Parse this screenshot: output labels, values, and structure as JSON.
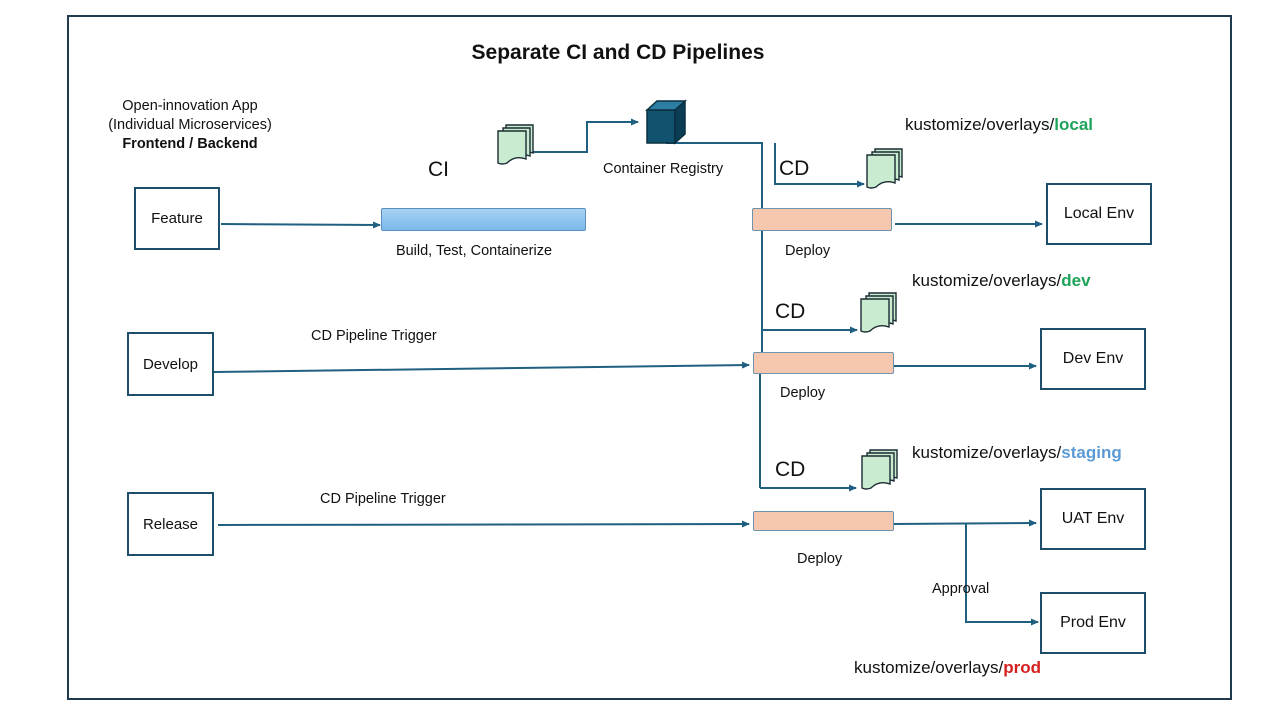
{
  "title": "Separate CI and CD Pipelines",
  "app_label": {
    "line1": "Open-innovation App",
    "line2": "(Individual Microservices)",
    "line3": "Frontend / Backend"
  },
  "branches": {
    "feature": "Feature",
    "develop": "Develop",
    "release": "Release"
  },
  "ci": {
    "label": "CI",
    "stage_label": "Build, Test, Containerize"
  },
  "registry_label": "Container Registry",
  "cd": {
    "local": {
      "label": "CD",
      "stage_label": "Deploy",
      "overlay_prefix": "kustomize/overlays/",
      "overlay_env": "local",
      "env_color": "#1ea35a"
    },
    "dev": {
      "label": "CD",
      "stage_label": "Deploy",
      "overlay_prefix": "kustomize/overlays/",
      "overlay_env": "dev",
      "env_color": "#1ea35a"
    },
    "staging": {
      "label": "CD",
      "stage_label": "Deploy",
      "overlay_prefix": "kustomize/overlays/",
      "overlay_env": "staging",
      "env_color": "#5b9bd5"
    },
    "prod": {
      "overlay_prefix": "kustomize/overlays/",
      "overlay_env": "prod",
      "env_color": "#d42020"
    }
  },
  "triggers": {
    "develop": "CD Pipeline Trigger",
    "release": "CD Pipeline Trigger"
  },
  "approval_label": "Approval",
  "environments": {
    "local": "Local Env",
    "dev": "Dev Env",
    "uat": "UAT Env",
    "prod": "Prod Env"
  },
  "colors": {
    "arrow": "#1f5f80",
    "border": "#1f4e6b",
    "doc_fill": "#c9ecd0",
    "cube_front": "#11526f",
    "cube_top": "#2c7ea2",
    "cube_side": "#0b3e55"
  },
  "icons": {
    "document_stack": "document-stack-icon",
    "registry": "container-cube-icon"
  }
}
